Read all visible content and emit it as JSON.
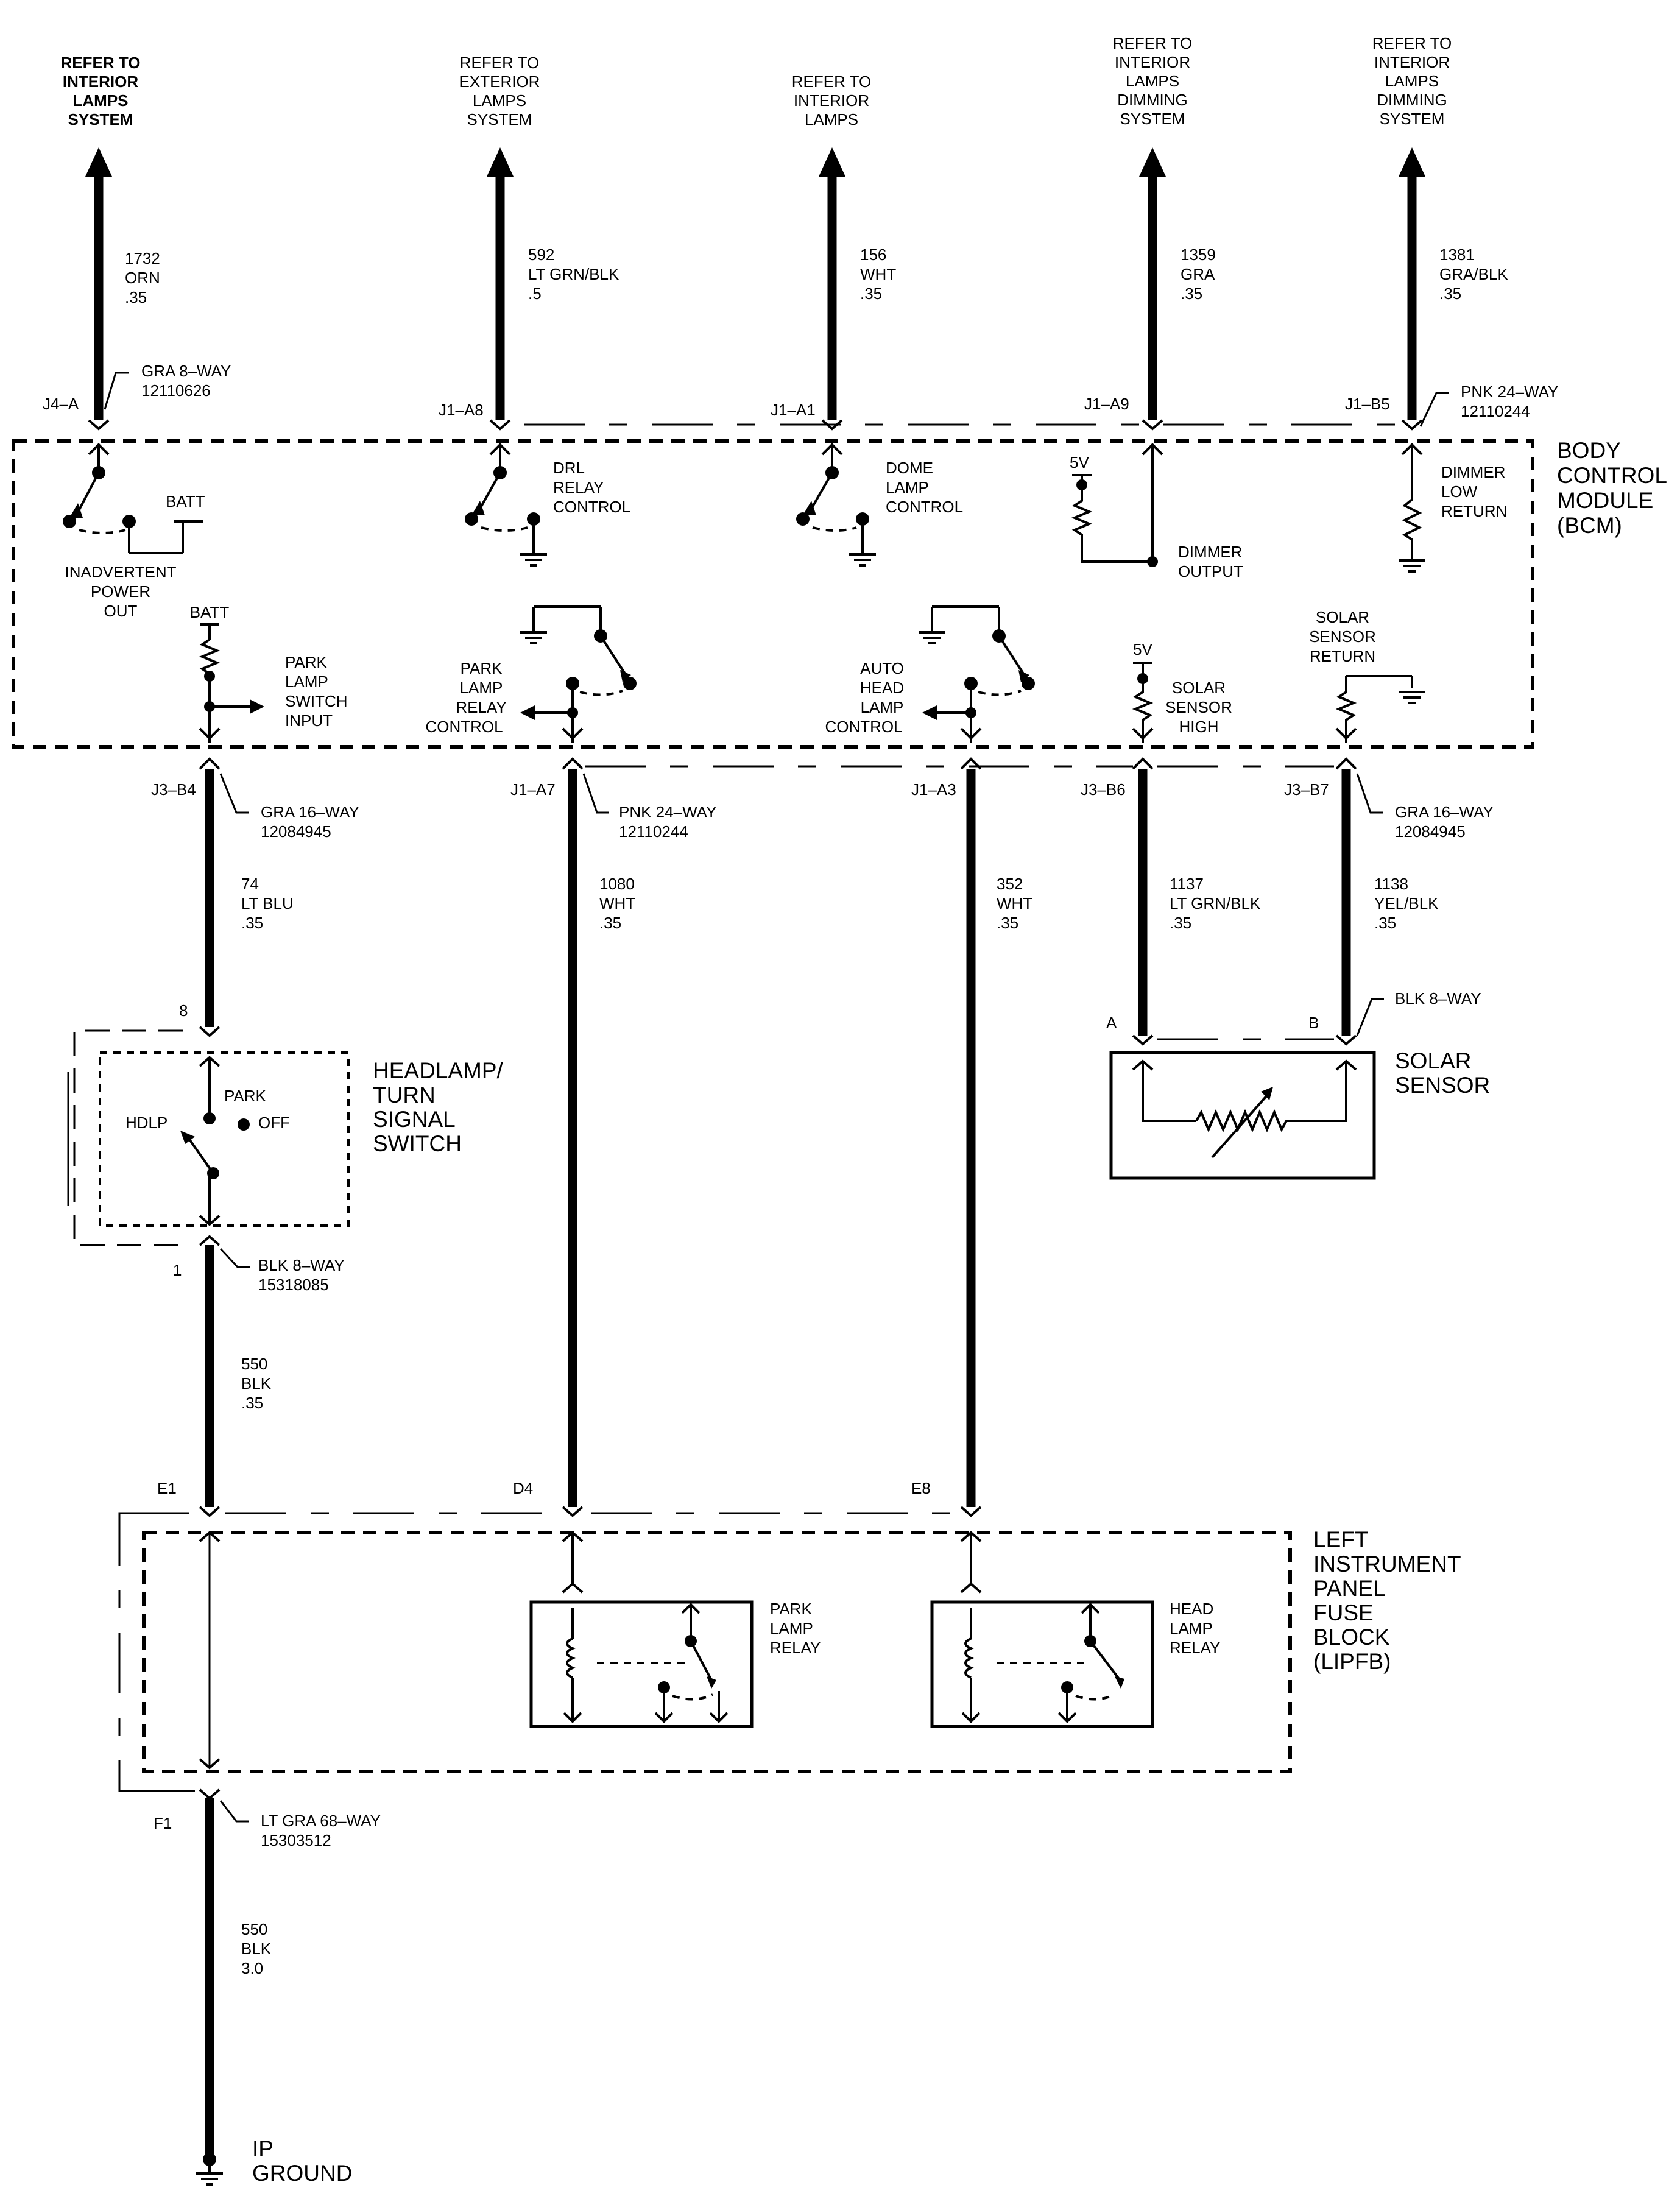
{
  "top_refs": [
    {
      "lines": [
        "REFER TO",
        "INTERIOR",
        "LAMPS",
        "SYSTEM"
      ]
    },
    {
      "lines": [
        "REFER TO",
        "EXTERIOR",
        "LAMPS",
        "SYSTEM"
      ]
    },
    {
      "lines": [
        "REFER TO",
        "INTERIOR",
        "LAMPS"
      ]
    },
    {
      "lines": [
        "REFER TO",
        "INTERIOR",
        "LAMPS",
        "DIMMING",
        "SYSTEM"
      ]
    },
    {
      "lines": [
        "REFER TO",
        "INTERIOR",
        "LAMPS",
        "DIMMING",
        "SYSTEM"
      ]
    }
  ],
  "top_wires": [
    {
      "circuit": "1732",
      "color": "ORN",
      "gauge": ".35",
      "pin": "J4–A"
    },
    {
      "circuit": "592",
      "color": "LT GRN/BLK",
      "gauge": ".5",
      "pin": "J1–A8"
    },
    {
      "circuit": "156",
      "color": "WHT",
      "gauge": ".35",
      "pin": "J1–A1"
    },
    {
      "circuit": "1359",
      "color": "GRA",
      "gauge": ".35",
      "pin": "J1–A9"
    },
    {
      "circuit": "1381",
      "color": "GRA/BLK",
      "gauge": ".35",
      "pin": "J1–B5"
    }
  ],
  "top_connectors": [
    {
      "name": "GRA 8–WAY",
      "part": "12110626"
    },
    {
      "name": "PNK 24–WAY",
      "part": "12110244"
    }
  ],
  "bcm": {
    "title": [
      "BODY",
      "CONTROL",
      "MODULE",
      "(BCM)"
    ],
    "inadvertent": [
      "INADVERTENT",
      "POWER",
      "OUT"
    ],
    "batt": "BATT",
    "drl": [
      "DRL",
      "RELAY",
      "CONTROL"
    ],
    "dome": [
      "DOME",
      "LAMP",
      "CONTROL"
    ],
    "v5": "5V",
    "dimmer_output": [
      "DIMMER",
      "OUTPUT"
    ],
    "dimmer_low": [
      "DIMMER",
      "LOW",
      "RETURN"
    ],
    "park_switch": [
      "PARK",
      "LAMP",
      "SWITCH",
      "INPUT"
    ],
    "park_relay": [
      "PARK",
      "LAMP",
      "RELAY",
      "CONTROL"
    ],
    "auto_head": [
      "AUTO",
      "HEAD",
      "LAMP",
      "CONTROL"
    ],
    "solar_high": [
      "SOLAR",
      "SENSOR",
      "HIGH"
    ],
    "solar_return": [
      "SOLAR",
      "SENSOR",
      "RETURN"
    ]
  },
  "mid_pins": [
    "J3–B4",
    "J1–A7",
    "J1–A3",
    "J3–B6",
    "J3–B7"
  ],
  "mid_connectors": [
    {
      "name": "GRA 16–WAY",
      "part": "12084945"
    },
    {
      "name": "PNK 24–WAY",
      "part": "12110244"
    },
    {
      "name": "GRA 16–WAY",
      "part": "12084945"
    }
  ],
  "mid_wires": [
    {
      "circuit": "74",
      "color": "LT BLU",
      "gauge": ".35"
    },
    {
      "circuit": "1080",
      "color": "WHT",
      "gauge": ".35"
    },
    {
      "circuit": "352",
      "color": "WHT",
      "gauge": ".35"
    },
    {
      "circuit": "1137",
      "color": "LT GRN/BLK",
      "gauge": ".35"
    },
    {
      "circuit": "1138",
      "color": "YEL/BLK",
      "gauge": ".35"
    }
  ],
  "headlamp_switch": {
    "pin_top": "8",
    "title": [
      "HEADLAMP/",
      "TURN",
      "SIGNAL",
      "SWITCH"
    ],
    "park": "PARK",
    "hdlp": "HDLP",
    "off": "OFF",
    "pin_bottom": "1",
    "connector": "BLK 8–WAY",
    "part": "15318085"
  },
  "solar_sensor": {
    "pin_a": "A",
    "pin_b": "B",
    "connector": "BLK 8–WAY",
    "title": [
      "SOLAR",
      "SENSOR"
    ]
  },
  "lower_wire": {
    "circuit": "550",
    "color": "BLK",
    "gauge": ".35"
  },
  "fuse_pins": [
    "E1",
    "D4",
    "E8"
  ],
  "lipfb": {
    "title": [
      "LEFT",
      "INSTRUMENT",
      "PANEL",
      "FUSE",
      "BLOCK",
      "(LIPFB)"
    ],
    "park_relay": [
      "PARK",
      "LAMP",
      "RELAY"
    ],
    "head_relay": [
      "HEAD",
      "LAMP",
      "RELAY"
    ]
  },
  "ground_wire": {
    "pin": "F1",
    "connector": "LT GRA 68–WAY",
    "part": "15303512",
    "circuit": "550",
    "color": "BLK",
    "gauge": "3.0"
  },
  "ground": [
    "IP",
    "GROUND"
  ]
}
